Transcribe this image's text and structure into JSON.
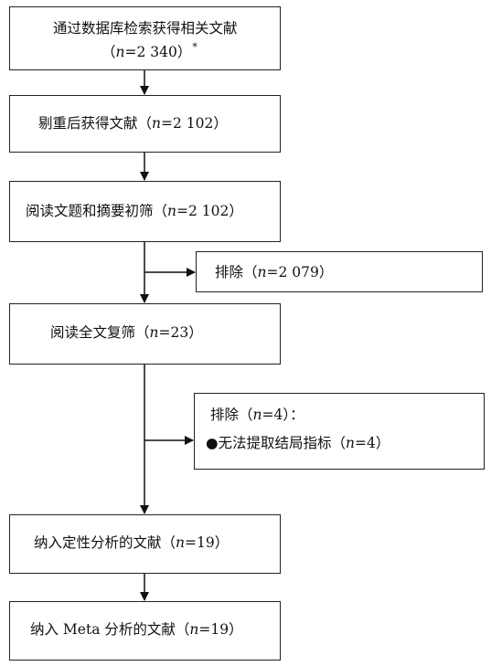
{
  "nodes": {
    "n1": {
      "prefix": "通过数据库检索获得相关文献",
      "l2_open": "（",
      "n_var": "n",
      "eq": "=2 340）",
      "mark": "*"
    },
    "n2": {
      "prefix": "剔重后获得文献（",
      "n_var": "n",
      "eq": "=2 102）"
    },
    "n3": {
      "prefix": "阅读文题和摘要初筛（",
      "n_var": "n",
      "eq": "=2 102）"
    },
    "x1": {
      "prefix": "排除（",
      "n_var": "n",
      "eq": "=2 079）"
    },
    "n4": {
      "prefix": "阅读全文复筛（",
      "n_var": "n",
      "eq": "=23）"
    },
    "x2": {
      "prefix": "排除（",
      "n_var": "n",
      "eq": "=4）：",
      "item_bullet": "●",
      "item_text": "无法提取结局指标（",
      "item_eq": "=4）"
    },
    "n5": {
      "prefix": "纳入定性分析的文献（",
      "n_var": "n",
      "eq": "=19）"
    },
    "n6": {
      "prefix": "纳入 Meta 分析的文献（",
      "n_var": "n",
      "eq": "=19）"
    }
  },
  "edges": [
    {
      "from": "n1",
      "to": "n2"
    },
    {
      "from": "n2",
      "to": "n3"
    },
    {
      "from": "n3",
      "to": "n4"
    },
    {
      "from": "n3",
      "to": "x1"
    },
    {
      "from": "n4",
      "to": "n5"
    },
    {
      "from": "n4",
      "to": "x2"
    },
    {
      "from": "n5",
      "to": "n6"
    }
  ]
}
